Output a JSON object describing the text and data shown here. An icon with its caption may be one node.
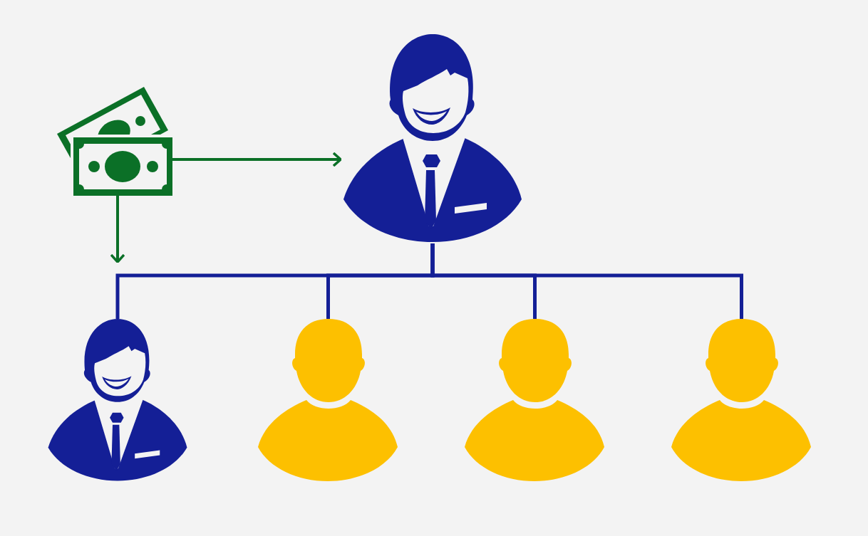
{
  "diagram": {
    "nodes": [
      {
        "text": [],
        "shape": "picture"
      },
      {
        "text": [],
        "shape": "person"
      },
      {
        "text": [],
        "shape": "person"
      },
      {
        "text": [],
        "shape": "person"
      },
      {
        "text": [],
        "shape": "person"
      },
      {
        "text": [],
        "shape": "person"
      }
    ],
    "edges": [
      {
        "from": 0,
        "to": 1,
        "arrow": "to",
        "color": "#0b7027"
      },
      {
        "from": 0,
        "to": 2,
        "arrow": "to",
        "color": "#0b7027"
      },
      {
        "from": 1,
        "to": 2,
        "arrow": "none"
      },
      {
        "from": 1,
        "to": 3,
        "arrow": "none"
      },
      {
        "from": 1,
        "to": 4,
        "arrow": "none"
      },
      {
        "from": 1,
        "to": 5,
        "arrow": "none"
      }
    ]
  }
}
